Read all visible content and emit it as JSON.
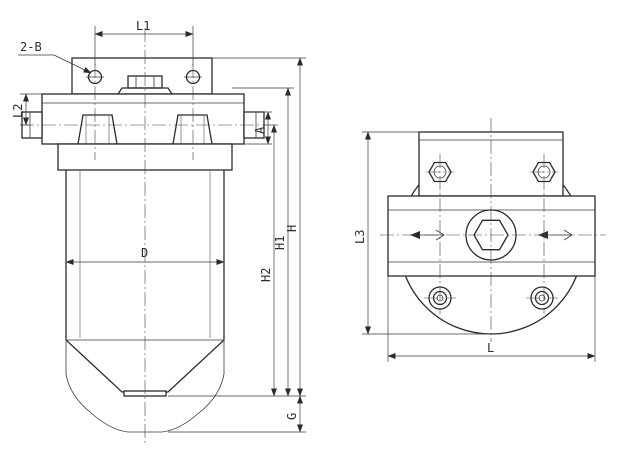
{
  "labels": {
    "L1": "L1",
    "B": "2-B",
    "L2": "L2",
    "A": "A",
    "D": "D",
    "H2": "H2",
    "H1": "H1",
    "H": "H",
    "G": "G",
    "L3": "L3",
    "L": "L"
  }
}
